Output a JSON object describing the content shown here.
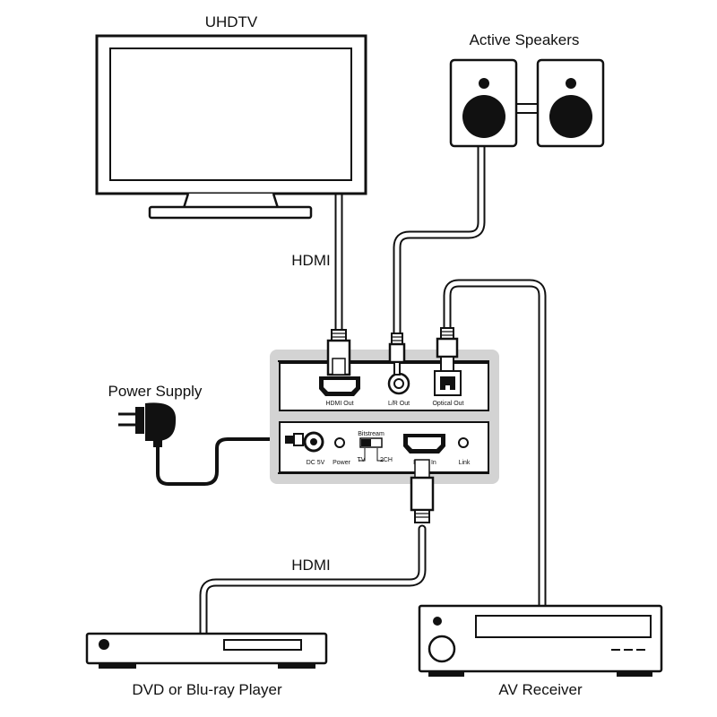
{
  "labels": {
    "uhdtv": "UHDTV",
    "active_speakers": "Active Speakers",
    "power_supply": "Power Supply",
    "hdmi_top": "HDMI",
    "hdmi_bottom": "HDMI",
    "dvd_player": "DVD or Blu-ray Player",
    "av_receiver": "AV Receiver"
  },
  "ports": {
    "hdmi_out": "HDMI Out",
    "lr_out": "L/R Out",
    "optical_out": "Optical Out",
    "dc_5v": "DC 5V",
    "power": "Power",
    "bitstream": "Bitstream",
    "tv": "TV",
    "two_ch": "2CH",
    "hdmi_in": "HDMI In",
    "link": "Link"
  }
}
